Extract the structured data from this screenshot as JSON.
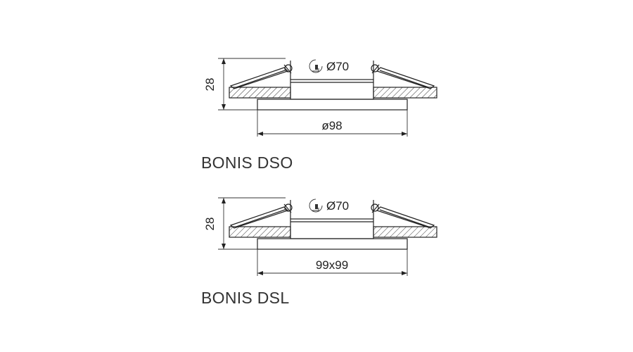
{
  "drawings": [
    {
      "name": "BONIS DSO",
      "height_label": "28",
      "cutout_label": "Ø70",
      "outer_label": "ø98",
      "cutout_icon": "hole-saw-icon"
    },
    {
      "name": "BONIS DSL",
      "height_label": "28",
      "cutout_label": "Ø70",
      "outer_label": "99x99",
      "cutout_icon": "hole-saw-icon"
    }
  ],
  "colors": {
    "line": "#222222",
    "text": "#333333",
    "background": "#ffffff"
  }
}
